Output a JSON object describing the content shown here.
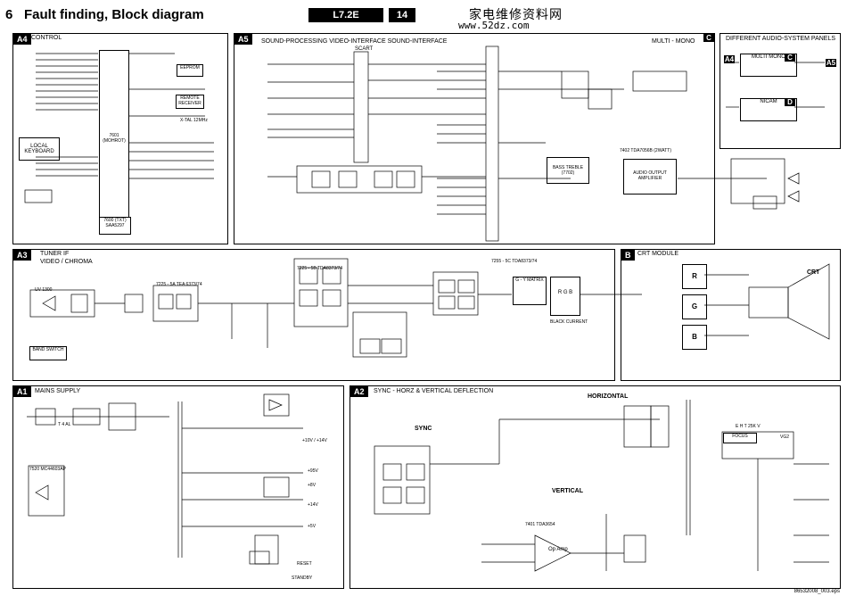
{
  "header": {
    "page_number": "6",
    "title": "Fault finding, Block diagram",
    "model_tag": "L7.2E",
    "page_tag": "14",
    "watermark_cn": "家电维修资料网",
    "watermark_url": "www.52dz.com"
  },
  "panels": {
    "control": {
      "tag": "A4",
      "title": "CONTROL",
      "keyboard": "LOCAL KEYBOARD",
      "mcu": "7601 (MOHROT)",
      "ic2": "7600 (TXT) SAA5297",
      "eeprom": "EEPROM",
      "remote": "REMOTE RECEIVER",
      "xtal": "X-TAL 12MHz"
    },
    "sound": {
      "tag": "A5",
      "title": "SOUND-PROCESSING  VIDEO-INTERFACE SOUND-INTERFACE",
      "mode": "MULTI - MONO",
      "scart": "SCART",
      "bass": "BASS TREBLE (7702)",
      "amp_ic": "7402 TDA7056B (2WATT)",
      "amp": "AUDIO OUTPUT AMPLIFIER",
      "c_tag": "C"
    },
    "diff_audio": {
      "title": "DIFFERENT AUDIO-SYSTEM PANELS",
      "multi": "MULTI MONO",
      "nicam": "NICAM",
      "tag_c": "C",
      "tag_d": "D",
      "tag_a4": "A4",
      "tag_a5": "A5"
    },
    "tuner": {
      "tag": "A3",
      "title": "TUNER IF",
      "subtitle": "VIDEO / CHROMA",
      "tuner_ic": "UV 1300",
      "if_ic": "7225 - 5A TEA 6373/74",
      "vid_ic": "7225 - 5B TDA8373/74",
      "dec_ic": "7255 - 5C TDA8373/74",
      "matrix": "G - Y MATRIX",
      "rgb": "R G B",
      "black": "BLACK CURRENT",
      "bands": "BAND SWITCH"
    },
    "crt": {
      "tag": "B",
      "title": "CRT MODULE",
      "crt_label": "CRT",
      "ampr": "R",
      "ampg": "G",
      "ampb": "B"
    },
    "mains": {
      "tag": "A1",
      "title": "MAINS SUPPLY",
      "ic": "7520 MC44603AP",
      "fuse": "T 4 AL",
      "v1": "+95V",
      "v2": "+14V",
      "v3": "+5V",
      "v4": "+8V",
      "v5": "+10V / +14V",
      "standby": "STANDBY",
      "reset": "RESET"
    },
    "sync": {
      "tag": "A2",
      "title": "SYNC - HORZ & VERTICAL DEFLECTION",
      "sync": "SYNC",
      "horizontal": "HORIZONTAL",
      "vertical": "VERTICAL",
      "eht": "E H T 25K V",
      "focus": "FOCUS",
      "vg2": "VG2",
      "opamp": "Op Amp",
      "vert_ic": "7401 TDA3654"
    }
  },
  "footer": {
    "code": "86532008_003.eps"
  }
}
